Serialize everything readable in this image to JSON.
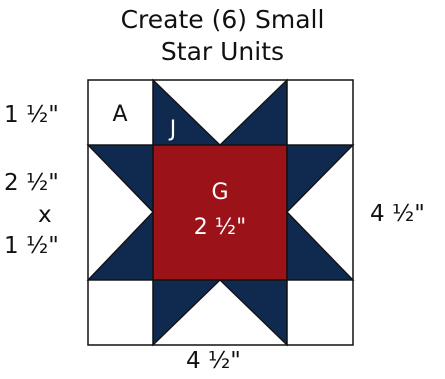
{
  "title": {
    "line1": "Create (6) Small",
    "line2": "Star Units"
  },
  "labels": {
    "left_top": "1 ½\"",
    "left_mid_1": "2 ½\"",
    "left_mid_x": "x",
    "left_mid_2": "1 ½\"",
    "right": "4 ½\"",
    "bottom": "4 ½\""
  },
  "pieces": {
    "a": "A",
    "j": "J",
    "g": "G",
    "g_size": "2 ½\""
  },
  "colors": {
    "navy": "#0f2a4e",
    "red": "#9b1218",
    "white": "#ffffff",
    "outline": "#111111"
  }
}
